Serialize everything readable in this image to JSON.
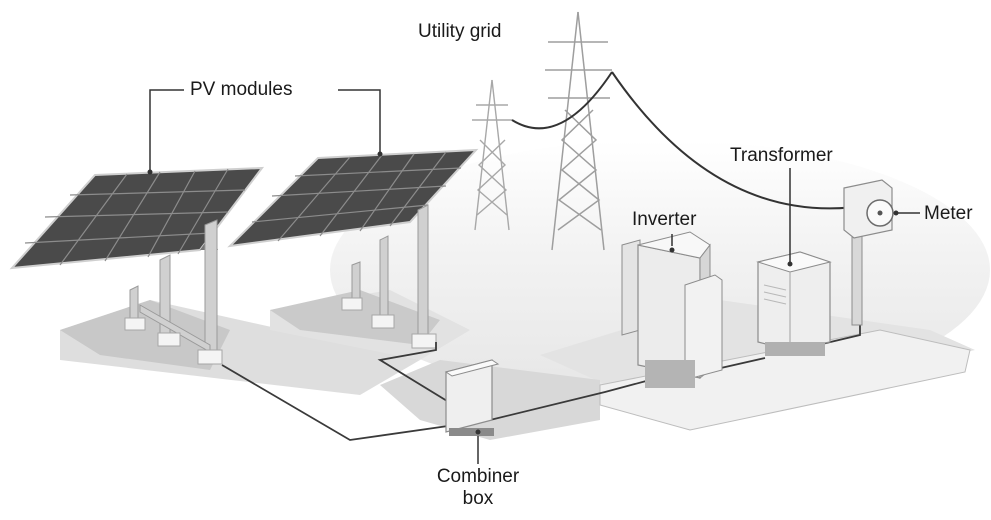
{
  "labels": {
    "pv_modules": "PV modules",
    "utility_grid": "Utility grid",
    "transformer": "Transformer",
    "inverter": "Inverter",
    "meter": "Meter",
    "combiner_line1": "Combiner",
    "combiner_line2": "box"
  },
  "colors": {
    "panel": "#4a4a4a",
    "panel_grid": "#9a9a9a",
    "frame": "#d4d4d4",
    "ground": "#dcdcdc",
    "shadow": "#c6c6c6",
    "equipment": "#ececec",
    "equipment_edge": "#8a8a8a",
    "wire": "#333333",
    "tower": "#aaaaaa",
    "text": "#1a1a1a"
  }
}
